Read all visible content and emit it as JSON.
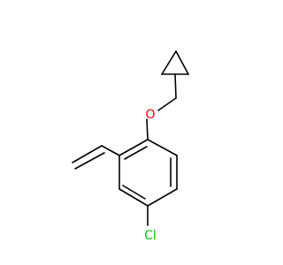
{
  "molecule": {
    "atoms": [
      {
        "id": "O",
        "label": "O",
        "color": "#ff0000"
      },
      {
        "id": "Cl",
        "label": "Cl",
        "color": "#00cc00"
      }
    ]
  }
}
